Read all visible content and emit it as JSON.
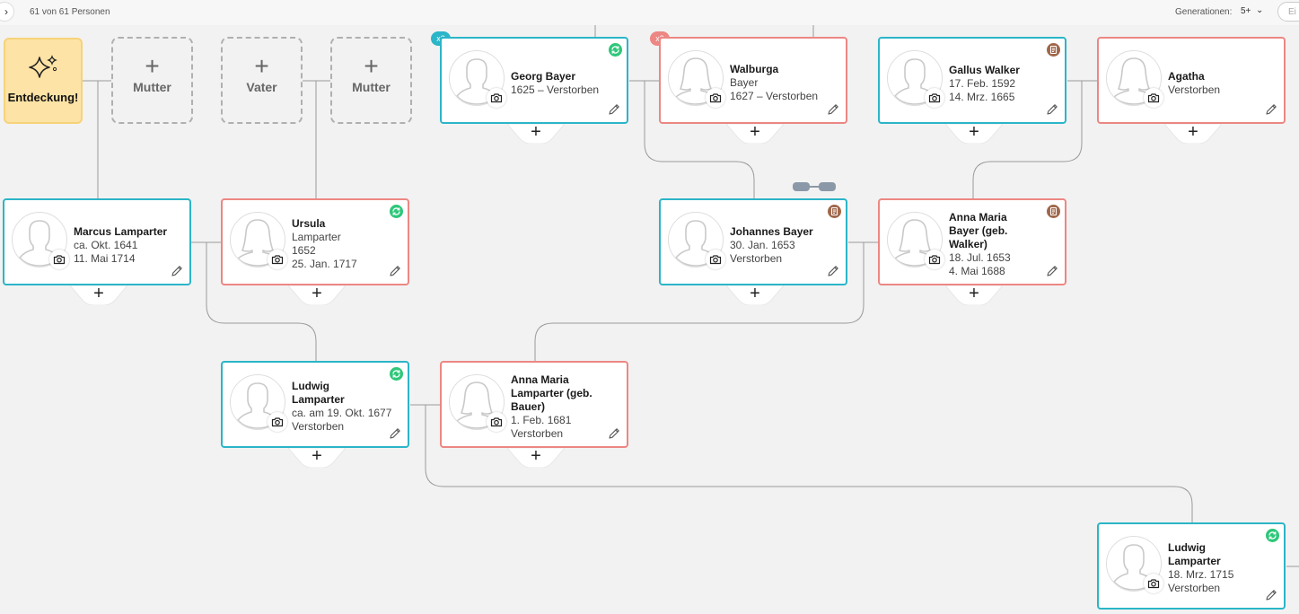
{
  "topbar": {
    "toggle_icon": "chevron-right-icon",
    "person_count": "61 von 61 Personen",
    "generations_label": "Generationen:",
    "generations_value": "5+",
    "search_placeholder": "Ei"
  },
  "discovery": {
    "label": "Entdeckung!",
    "icon": "sparkle-icon"
  },
  "placeholders": {
    "mother_1": "Mutter",
    "father": "Vater",
    "mother_2": "Mutter",
    "plus": "+"
  },
  "add_symbol": "+",
  "x2_label": "x2",
  "persons": {
    "georg": {
      "name": "Georg Bayer",
      "line1": "1625 – Verstorben",
      "line2": ""
    },
    "walburga": {
      "name": "Walburga",
      "line1": "Bayer",
      "line2": "1627 – Verstorben"
    },
    "gallus": {
      "name": "Gallus Walker",
      "line1": "17. Feb. 1592",
      "line2": "14. Mrz. 1665"
    },
    "agatha": {
      "name": "Agatha",
      "line1": "Verstorben",
      "line2": ""
    },
    "marcus": {
      "name": "Marcus Lamparter",
      "line1": "ca. Okt. 1641",
      "line2": "11. Mai 1714"
    },
    "ursula": {
      "name": "Ursula",
      "name2": "Lamparter",
      "line1": "1652",
      "line2": "25. Jan. 1717"
    },
    "johannes": {
      "name": "Johannes Bayer",
      "line1": "30. Jan. 1653",
      "line2": "Verstorben"
    },
    "annamaria_bayer": {
      "name": "Anna Maria",
      "name2": "Bayer (geb.",
      "name3": "Walker)",
      "line1": "18. Jul. 1653",
      "line2": "4. Mai 1688"
    },
    "ludwig1": {
      "name": "Ludwig",
      "name2": "Lamparter",
      "line1": "ca. am 19. Okt. 1677",
      "line2": "Verstorben"
    },
    "annamaria_lamparter": {
      "name": "Anna Maria",
      "name2": "Lamparter (geb.",
      "name3": "Bauer)",
      "line1": "1. Feb. 1681",
      "line2": "Verstorben"
    },
    "ludwig2": {
      "name": "Ludwig",
      "name2": "Lamparter",
      "line1": "18. Mrz. 1715",
      "line2": "Verstorben"
    }
  },
  "colors": {
    "male": "#2bb5c8",
    "female": "#ec8783",
    "sync": "#2ec77a",
    "doc": "#a0674a",
    "discovery": "#fde3a5"
  }
}
